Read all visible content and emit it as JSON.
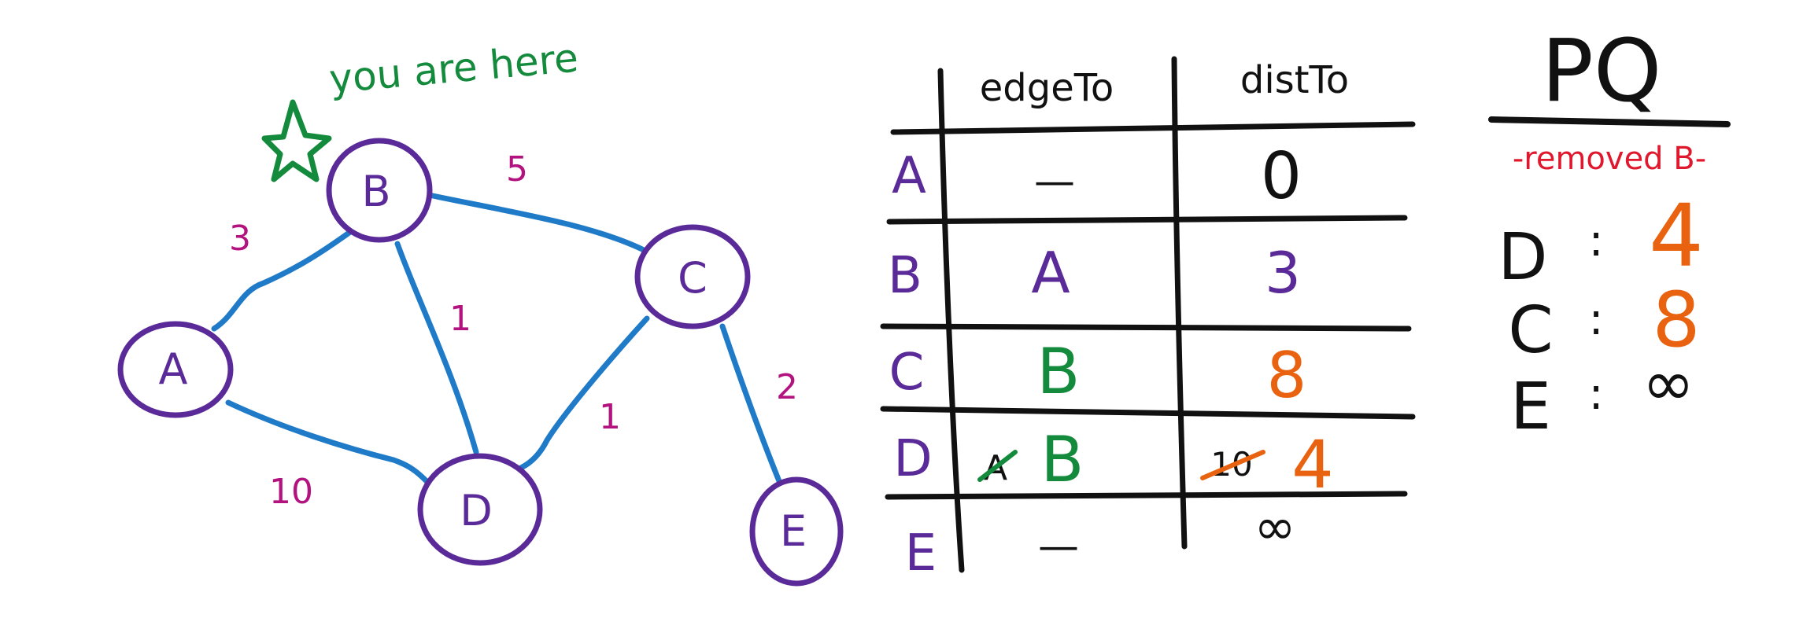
{
  "colors": {
    "node": "#5b2a99",
    "edge": "#1f7ac8",
    "weight": "#b3137f",
    "annotation": "#138a3c",
    "ink": "#111111",
    "update": "#e8620f",
    "removed": "#e0182d"
  },
  "graph": {
    "annotation": "you are here",
    "annotation_icon": "star-icon",
    "nodes": [
      {
        "id": "A",
        "label": "A"
      },
      {
        "id": "B",
        "label": "B"
      },
      {
        "id": "C",
        "label": "C"
      },
      {
        "id": "D",
        "label": "D"
      },
      {
        "id": "E",
        "label": "E"
      }
    ],
    "edges": [
      {
        "from": "A",
        "to": "B",
        "weight": "3"
      },
      {
        "from": "B",
        "to": "C",
        "weight": "5"
      },
      {
        "from": "B",
        "to": "D",
        "weight": "1"
      },
      {
        "from": "C",
        "to": "D",
        "weight": "1"
      },
      {
        "from": "C",
        "to": "E",
        "weight": "2"
      },
      {
        "from": "A",
        "to": "D",
        "weight": "10"
      }
    ]
  },
  "table": {
    "headers": {
      "edge_to": "edgeTo",
      "dist_to": "distTo"
    },
    "rows": [
      {
        "vertex": "A",
        "edge_to": "—",
        "dist_to": "0"
      },
      {
        "vertex": "B",
        "edge_to": "A",
        "dist_to": "3"
      },
      {
        "vertex": "C",
        "edge_to": "B",
        "dist_to": "8"
      },
      {
        "vertex": "D",
        "edge_to_old": "A",
        "edge_to": "B",
        "dist_to_old": "10",
        "dist_to": "4"
      },
      {
        "vertex": "E",
        "edge_to": "—",
        "dist_to": "∞"
      }
    ]
  },
  "pq": {
    "title": "PQ",
    "status": "-removed B-",
    "items": [
      {
        "vertex": "D",
        "priority": "4"
      },
      {
        "vertex": "C",
        "priority": "8"
      },
      {
        "vertex": "E",
        "priority": "∞"
      }
    ]
  }
}
